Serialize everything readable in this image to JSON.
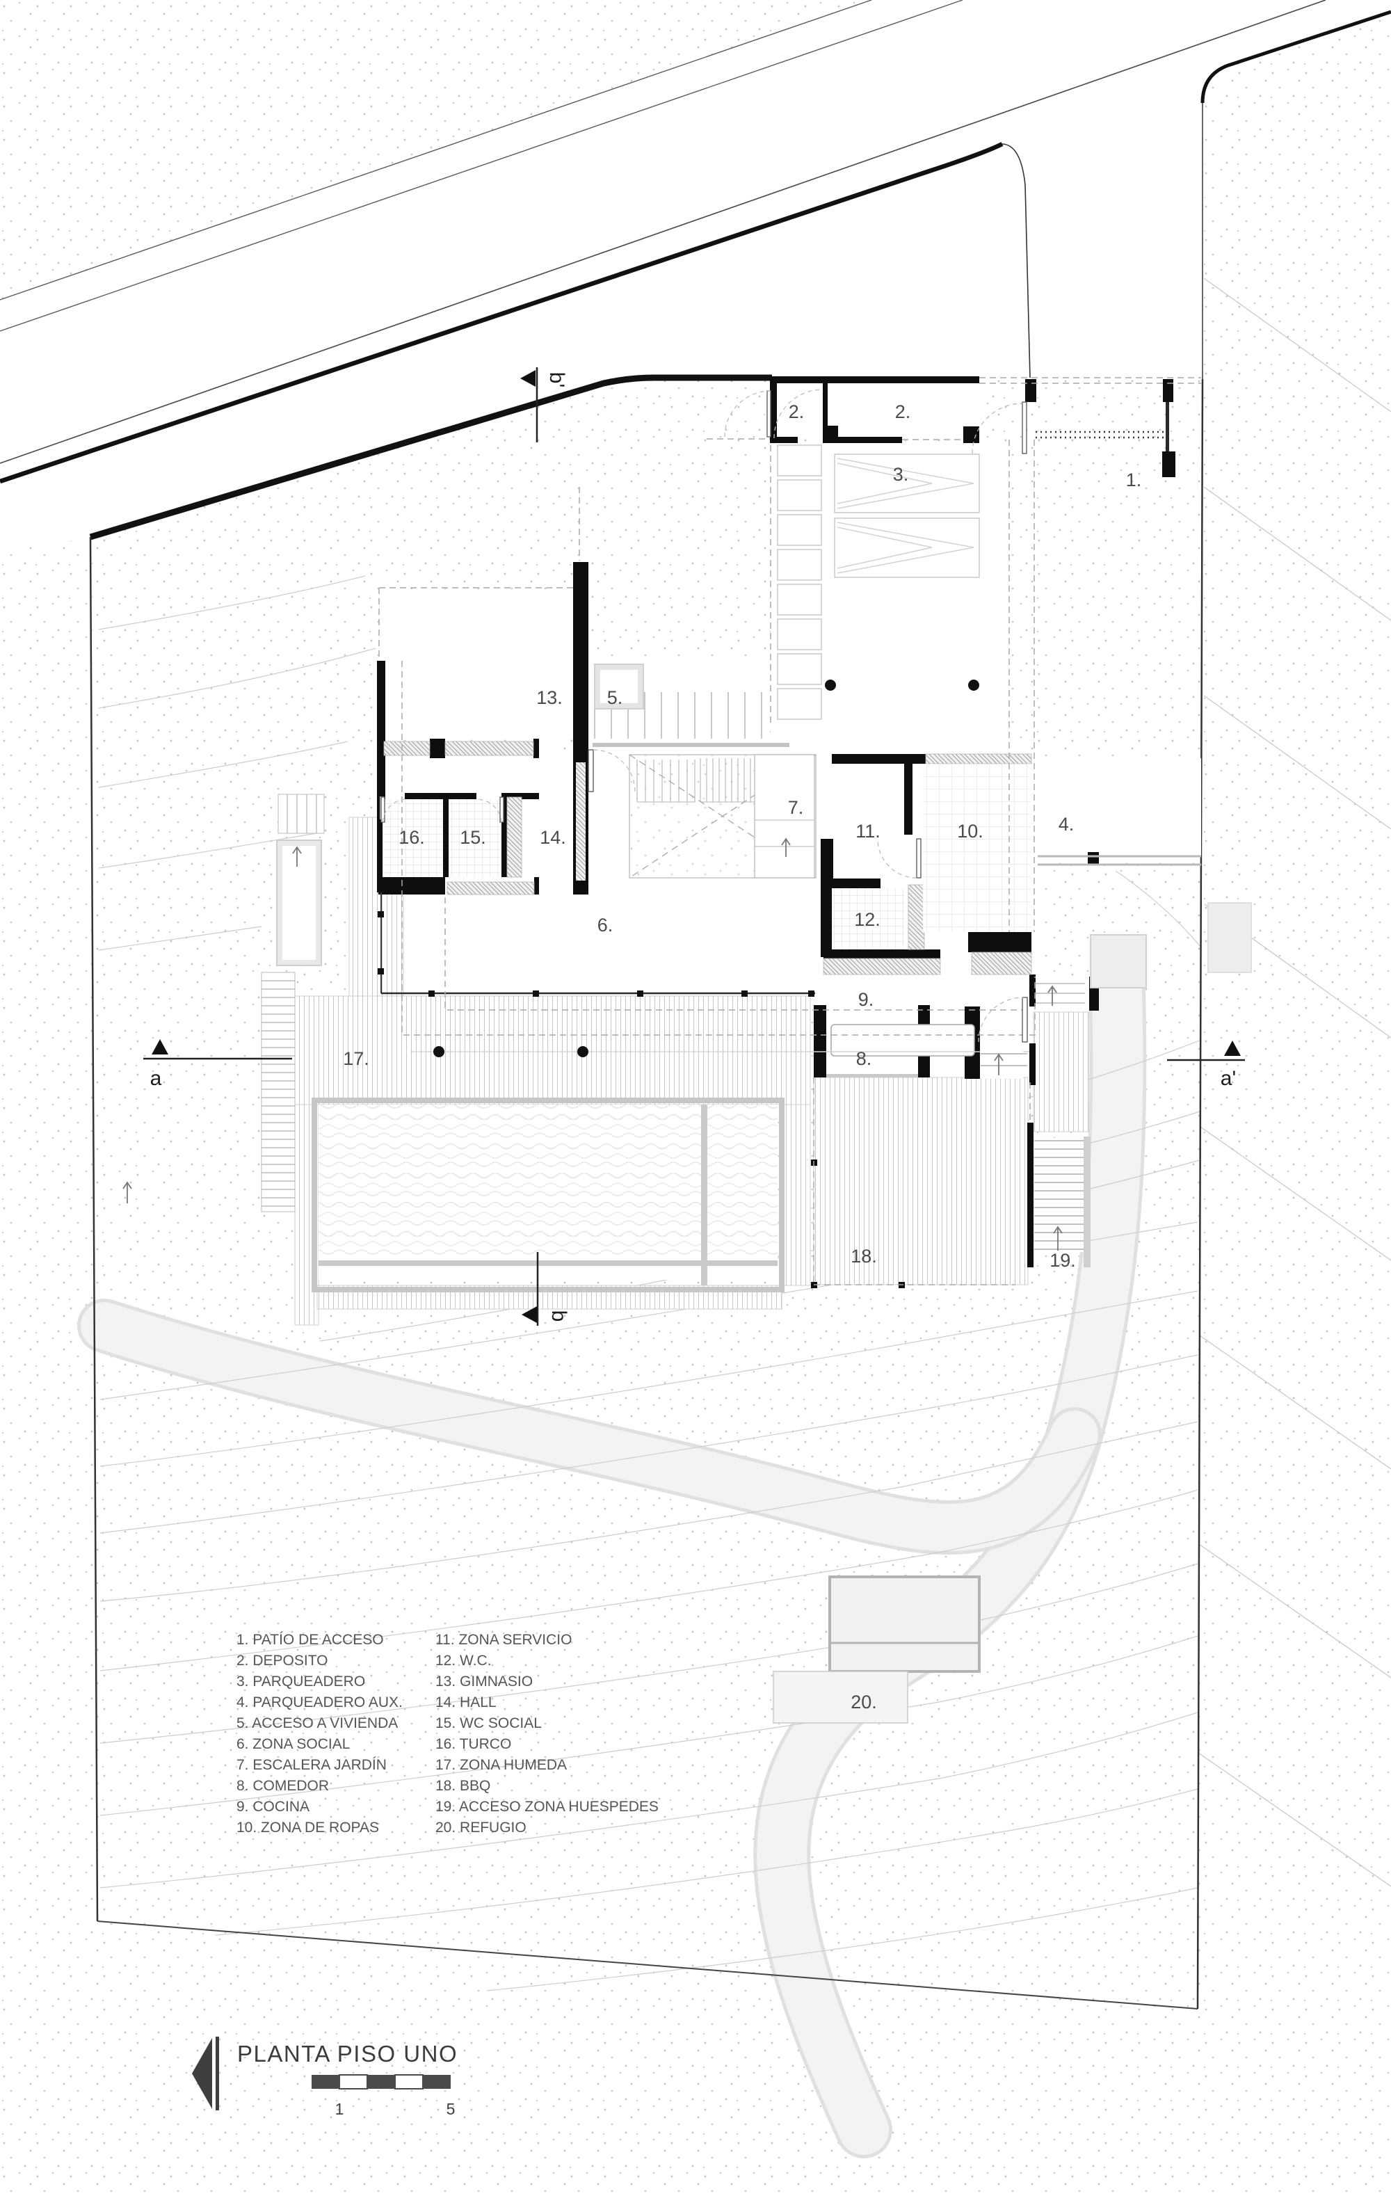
{
  "title": {
    "text": "PLANTA PISO UNO"
  },
  "scale_bar": {
    "tick_1": "1",
    "tick_5": "5",
    "segments": 5,
    "dark_color": "#4a4a4a"
  },
  "section_markers": {
    "a": "a",
    "a_prime": "a'",
    "b": "b",
    "b_prime": "b'"
  },
  "legend": {
    "items": [
      {
        "text": "1. PATÍO DE ACCESO"
      },
      {
        "text": "2. DEPOSITO"
      },
      {
        "text": "3. PARQUEADERO"
      },
      {
        "text": "4. PARQUEADERO AUX."
      },
      {
        "text": "5. ACCESO A VIVIENDA"
      },
      {
        "text": "6. ZONA SOCIAL"
      },
      {
        "text": "7. ESCALERA JARDÍN"
      },
      {
        "text": "8. COMEDOR"
      },
      {
        "text": "9. COCINA"
      },
      {
        "text": "10. ZONA DE ROPAS"
      },
      {
        "text": "11. ZONA SERVICIO"
      },
      {
        "text": "12. W.C."
      },
      {
        "text": "13. GIMNASIO"
      },
      {
        "text": "14. HALL"
      },
      {
        "text": "15. WC SOCIAL"
      },
      {
        "text": "16. TURCO"
      },
      {
        "text": "17. ZONA HUMEDA"
      },
      {
        "text": "18. BBQ"
      },
      {
        "text": "19. ACCESO ZONA HUESPEDES"
      },
      {
        "text": "20. REFUGIO"
      }
    ]
  },
  "plan": {
    "room_labels": [
      {
        "room": "patio de acceso",
        "text": "1."
      },
      {
        "room": "deposito-a",
        "text": "2."
      },
      {
        "room": "deposito-b",
        "text": "2."
      },
      {
        "room": "parqueadero",
        "text": "3."
      },
      {
        "room": "parqueadero aux",
        "text": "4."
      },
      {
        "room": "acceso a vivienda",
        "text": "5."
      },
      {
        "room": "zona social",
        "text": "6."
      },
      {
        "room": "escalera jardin",
        "text": "7."
      },
      {
        "room": "comedor",
        "text": "8."
      },
      {
        "room": "cocina",
        "text": "9."
      },
      {
        "room": "zona de ropas",
        "text": "10."
      },
      {
        "room": "zona servicio",
        "text": "11."
      },
      {
        "room": "wc",
        "text": "12."
      },
      {
        "room": "gimnasio",
        "text": "13."
      },
      {
        "room": "hall",
        "text": "14."
      },
      {
        "room": "wc social",
        "text": "15."
      },
      {
        "room": "turco",
        "text": "16."
      },
      {
        "room": "zona humeda",
        "text": "17."
      },
      {
        "room": "bbq",
        "text": "18."
      },
      {
        "room": "acceso zona huespedes",
        "text": "19."
      },
      {
        "room": "refugio",
        "text": "20."
      }
    ]
  }
}
